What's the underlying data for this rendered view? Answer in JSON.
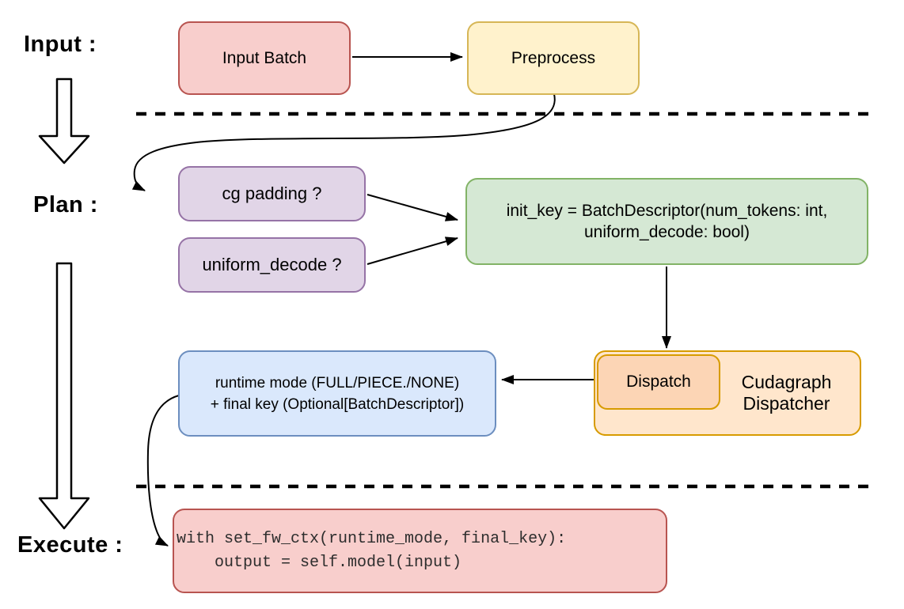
{
  "diagram": {
    "title_context": "Cudagraph dispatch flow",
    "stage_labels": {
      "input": "Input :",
      "plan": "Plan :",
      "execute": "Execute :"
    },
    "nodes": {
      "input_batch": {
        "label": "Input Batch",
        "fill": "#f8cecc",
        "stroke": "#b85450"
      },
      "preprocess": {
        "label": "Preprocess",
        "fill": "#fff2cc",
        "stroke": "#d6b656"
      },
      "cg_padding": {
        "label": "cg padding ?",
        "fill": "#e1d5e7",
        "stroke": "#9673a6"
      },
      "uniform_decode": {
        "label": "uniform_decode ?",
        "fill": "#e1d5e7",
        "stroke": "#9673a6"
      },
      "init_key": {
        "line1": "init_key = BatchDescriptor(num_tokens: int,",
        "line2": "uniform_decode: bool)",
        "fill": "#d5e8d4",
        "stroke": "#82b366"
      },
      "dispatch": {
        "label": "Dispatch",
        "fill": "#fcd5b5",
        "stroke": "#d79b00"
      },
      "cudagraph_dispatcher": {
        "line1": "Cudagraph",
        "line2": "Dispatcher",
        "fill": "#ffe6cc",
        "stroke": "#d79b00"
      },
      "runtime_key": {
        "line1": "runtime mode (FULL/PIECE./NONE)",
        "line2": "+ final key (Optional[BatchDescriptor])",
        "fill": "#dae8fc",
        "stroke": "#6c8ebf"
      },
      "execute_code": {
        "line1": "with set_fw_ctx(runtime_mode, final_key):",
        "line2": "    output = self.model(input)",
        "fill": "#f8cecc",
        "stroke": "#b85450"
      }
    },
    "connector_color": "#000000",
    "separator_style": "dashed"
  }
}
